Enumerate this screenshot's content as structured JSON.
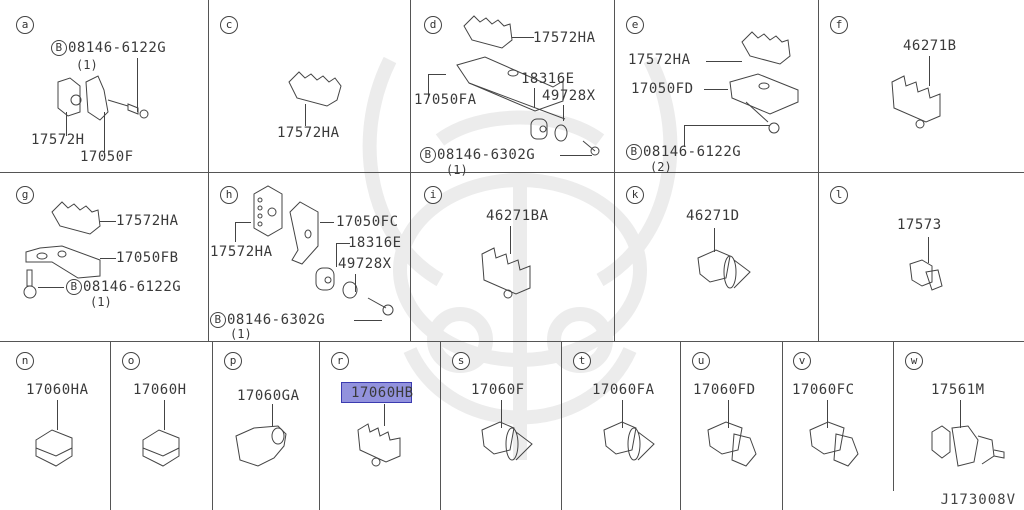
{
  "diagram": {
    "id": "J173008V",
    "highlight_color": "#7070d0",
    "line_color": "#555555",
    "cells": [
      {
        "label": "a",
        "parts": [
          "08146-6122G",
          "17572H",
          "17050F"
        ],
        "bolt": {
          "part": "08146-6122G",
          "qty": "(1)"
        }
      },
      {
        "label": "c",
        "parts": [
          "17572HA"
        ]
      },
      {
        "label": "d",
        "parts": [
          "17572HA",
          "17050FA",
          "18316E",
          "49728X",
          "08146-6302G"
        ],
        "bolt": {
          "part": "08146-6302G",
          "qty": "(1)"
        }
      },
      {
        "label": "e",
        "parts": [
          "17572HA",
          "17050FD",
          "08146-6122G"
        ],
        "bolt": {
          "part": "08146-6122G",
          "qty": "(2)"
        }
      },
      {
        "label": "f",
        "parts": [
          "46271B"
        ]
      },
      {
        "label": "g",
        "parts": [
          "17572HA",
          "17050FB",
          "08146-6122G"
        ],
        "bolt": {
          "part": "08146-6122G",
          "qty": "(1)"
        }
      },
      {
        "label": "h",
        "parts": [
          "17572HA",
          "17050FC",
          "18316E",
          "49728X",
          "08146-6302G"
        ],
        "bolt": {
          "part": "08146-6302G",
          "qty": "(1)"
        }
      },
      {
        "label": "i",
        "parts": [
          "46271BA"
        ]
      },
      {
        "label": "k",
        "parts": [
          "46271D"
        ]
      },
      {
        "label": "l",
        "parts": [
          "17573"
        ]
      },
      {
        "label": "n",
        "parts": [
          "17060HA"
        ]
      },
      {
        "label": "o",
        "parts": [
          "17060H"
        ]
      },
      {
        "label": "p",
        "parts": [
          "17060GA"
        ]
      },
      {
        "label": "r",
        "parts": [
          "17060HB"
        ],
        "highlighted": true
      },
      {
        "label": "s",
        "parts": [
          "17060F"
        ]
      },
      {
        "label": "t",
        "parts": [
          "17060FA"
        ]
      },
      {
        "label": "u",
        "parts": [
          "17060FD"
        ]
      },
      {
        "label": "v",
        "parts": [
          "17060FC"
        ]
      },
      {
        "label": "w",
        "parts": [
          "17561M"
        ]
      }
    ],
    "bolt_prefix": "B"
  }
}
